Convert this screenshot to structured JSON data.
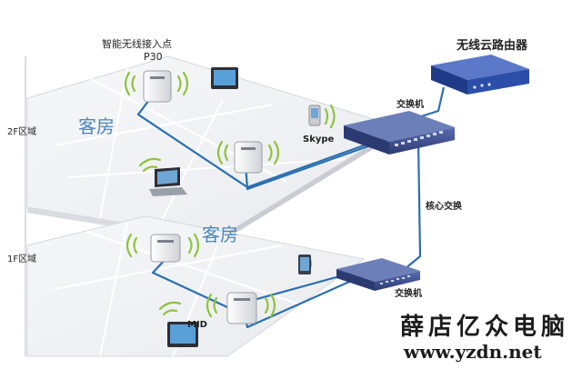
{
  "floors": {
    "upper": {
      "label": "2F区域",
      "room": "客房"
    },
    "lower": {
      "label": "1F区域",
      "room": "客房"
    }
  },
  "ap": {
    "title": "智能无线接入点",
    "model": "P30"
  },
  "devices": {
    "skype": "Skype",
    "mid": "MID"
  },
  "network": {
    "router": "无线云路由器",
    "switch_upper": "交换机",
    "core_link": "核心交换",
    "switch_lower": "交换机"
  },
  "watermark": {
    "brand": "薛店亿众电脑",
    "url": "www.yzdn.net"
  },
  "colors": {
    "cable": "#2a6fb0",
    "switch": "#3d4f8f",
    "router": "#2b4fa8",
    "floor": "#f2f3f5",
    "room_text": "#4f86b8",
    "wifi": "#8fc23c"
  }
}
